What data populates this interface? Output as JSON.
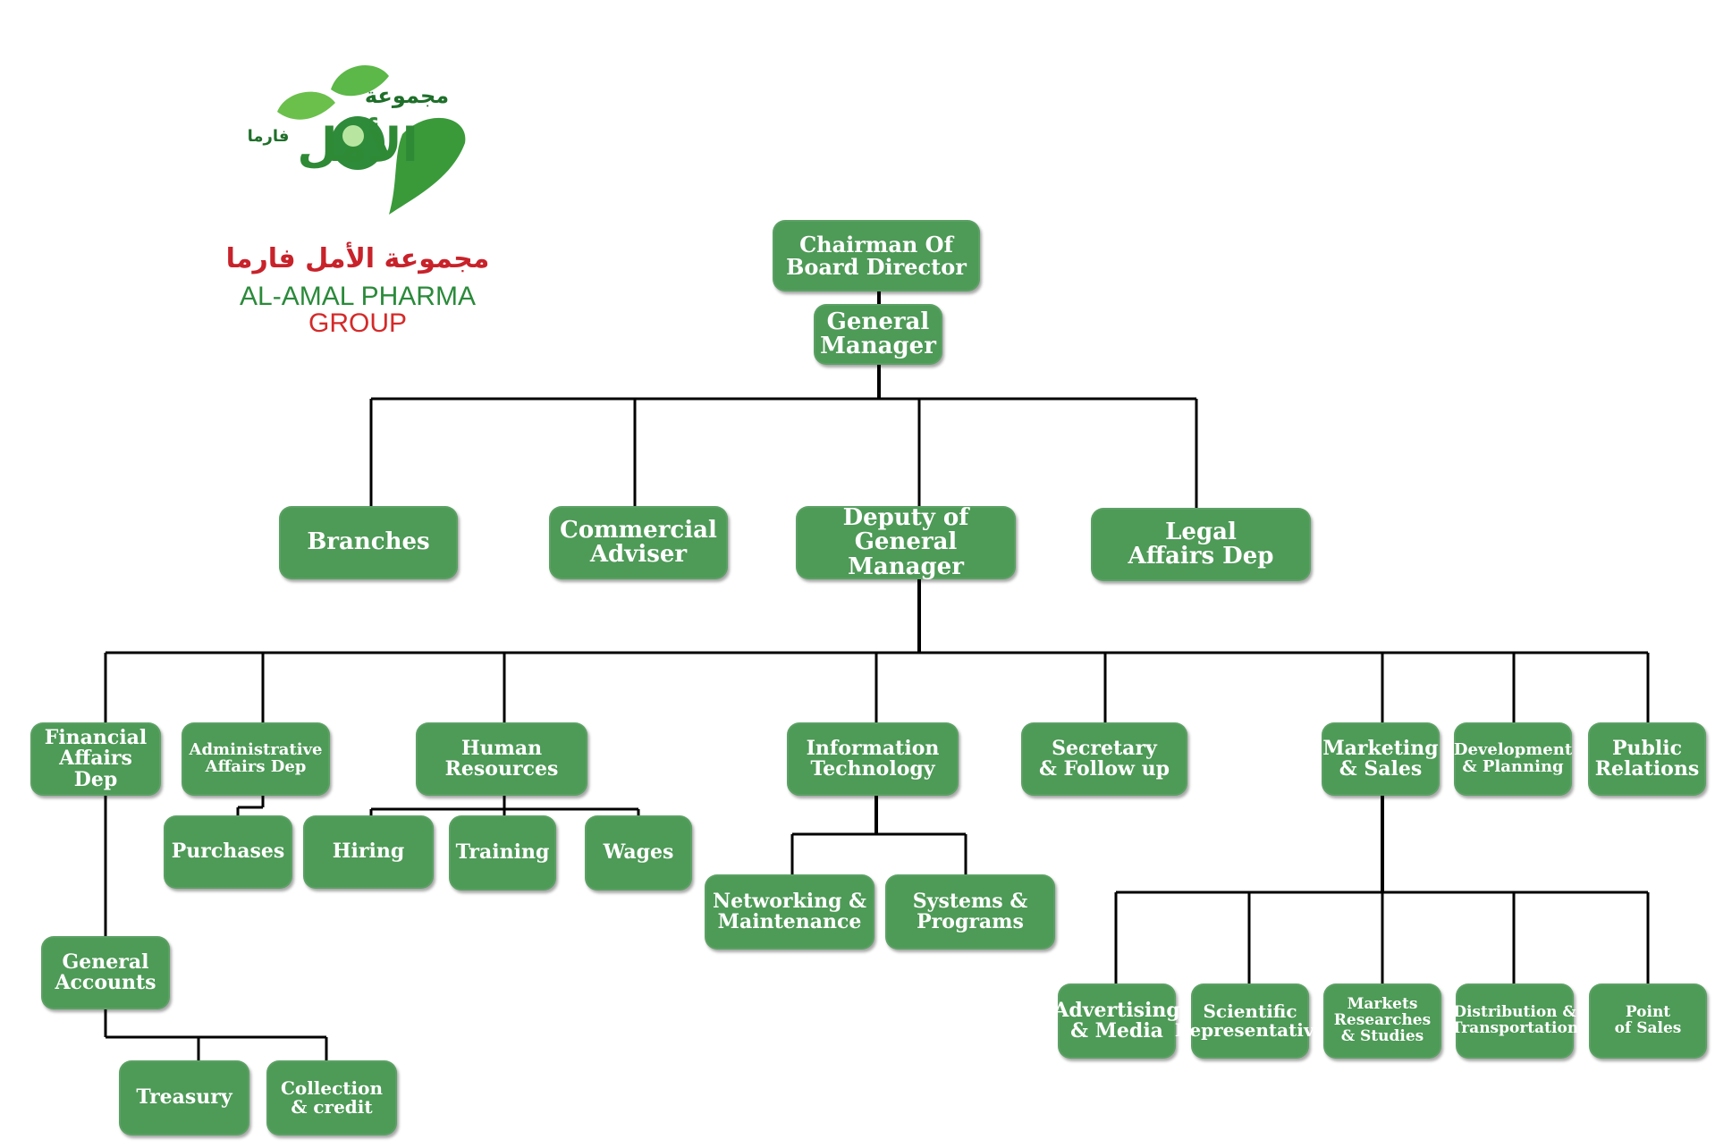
{
  "logo": {
    "arabic_mark_line1": "مجموعة",
    "arabic_mark_line2": "الأمل",
    "arabic_mark_side": "فارما",
    "arabic_name": "مجموعة الأمل فارما",
    "english_line1": "AL-AMAL PHARMA",
    "english_line2": "GROUP",
    "colors": {
      "green": "#3a9a3a",
      "red": "#e0262a",
      "dark_green": "#1f6f2a"
    }
  },
  "colors": {
    "box_fill": "#4e9a57",
    "box_text": "#ffffff",
    "connector": "#000000"
  },
  "nodes": {
    "chairman": [
      "Chairman Of",
      "Board Director"
    ],
    "general_manager": [
      "General",
      "Manager"
    ],
    "branches": [
      "Branches"
    ],
    "commercial_adviser": [
      "Commercial",
      "Adviser"
    ],
    "deputy_gm": [
      "Deputy of",
      "General Manager"
    ],
    "legal_affairs": [
      "Legal",
      "Affairs Dep"
    ],
    "financial_affairs": [
      "Financial",
      "Affairs Dep"
    ],
    "administrative_affairs": [
      "Administrative",
      "Affairs Dep"
    ],
    "human_resources": [
      "Human",
      "Resources"
    ],
    "information_technology": [
      "Information",
      "Technology"
    ],
    "secretary": [
      "Secretary",
      "& Follow up"
    ],
    "marketing_sales": [
      "Marketing",
      "& Sales"
    ],
    "development_planning": [
      "Development",
      "& Planning"
    ],
    "public_relations": [
      "Public",
      "Relations"
    ],
    "purchases": [
      "Purchases"
    ],
    "hiring": [
      "Hiring"
    ],
    "training": [
      "Training"
    ],
    "wages": [
      "Wages"
    ],
    "networking": [
      "Networking &",
      "Maintenance"
    ],
    "systems": [
      "Systems &",
      "Programs"
    ],
    "general_accounts": [
      "General",
      "Accounts"
    ],
    "treasury": [
      "Treasury"
    ],
    "collection": [
      "Collection",
      "& credit"
    ],
    "advertising": [
      "Advertising",
      "& Media"
    ],
    "scientific": [
      "Scientific",
      "Representative"
    ],
    "markets_research": [
      "Markets",
      "Researches",
      "& Studies"
    ],
    "distribution": [
      "Distribution &",
      "Transportation"
    ],
    "point_of_sales": [
      "Point",
      "of Sales"
    ]
  }
}
